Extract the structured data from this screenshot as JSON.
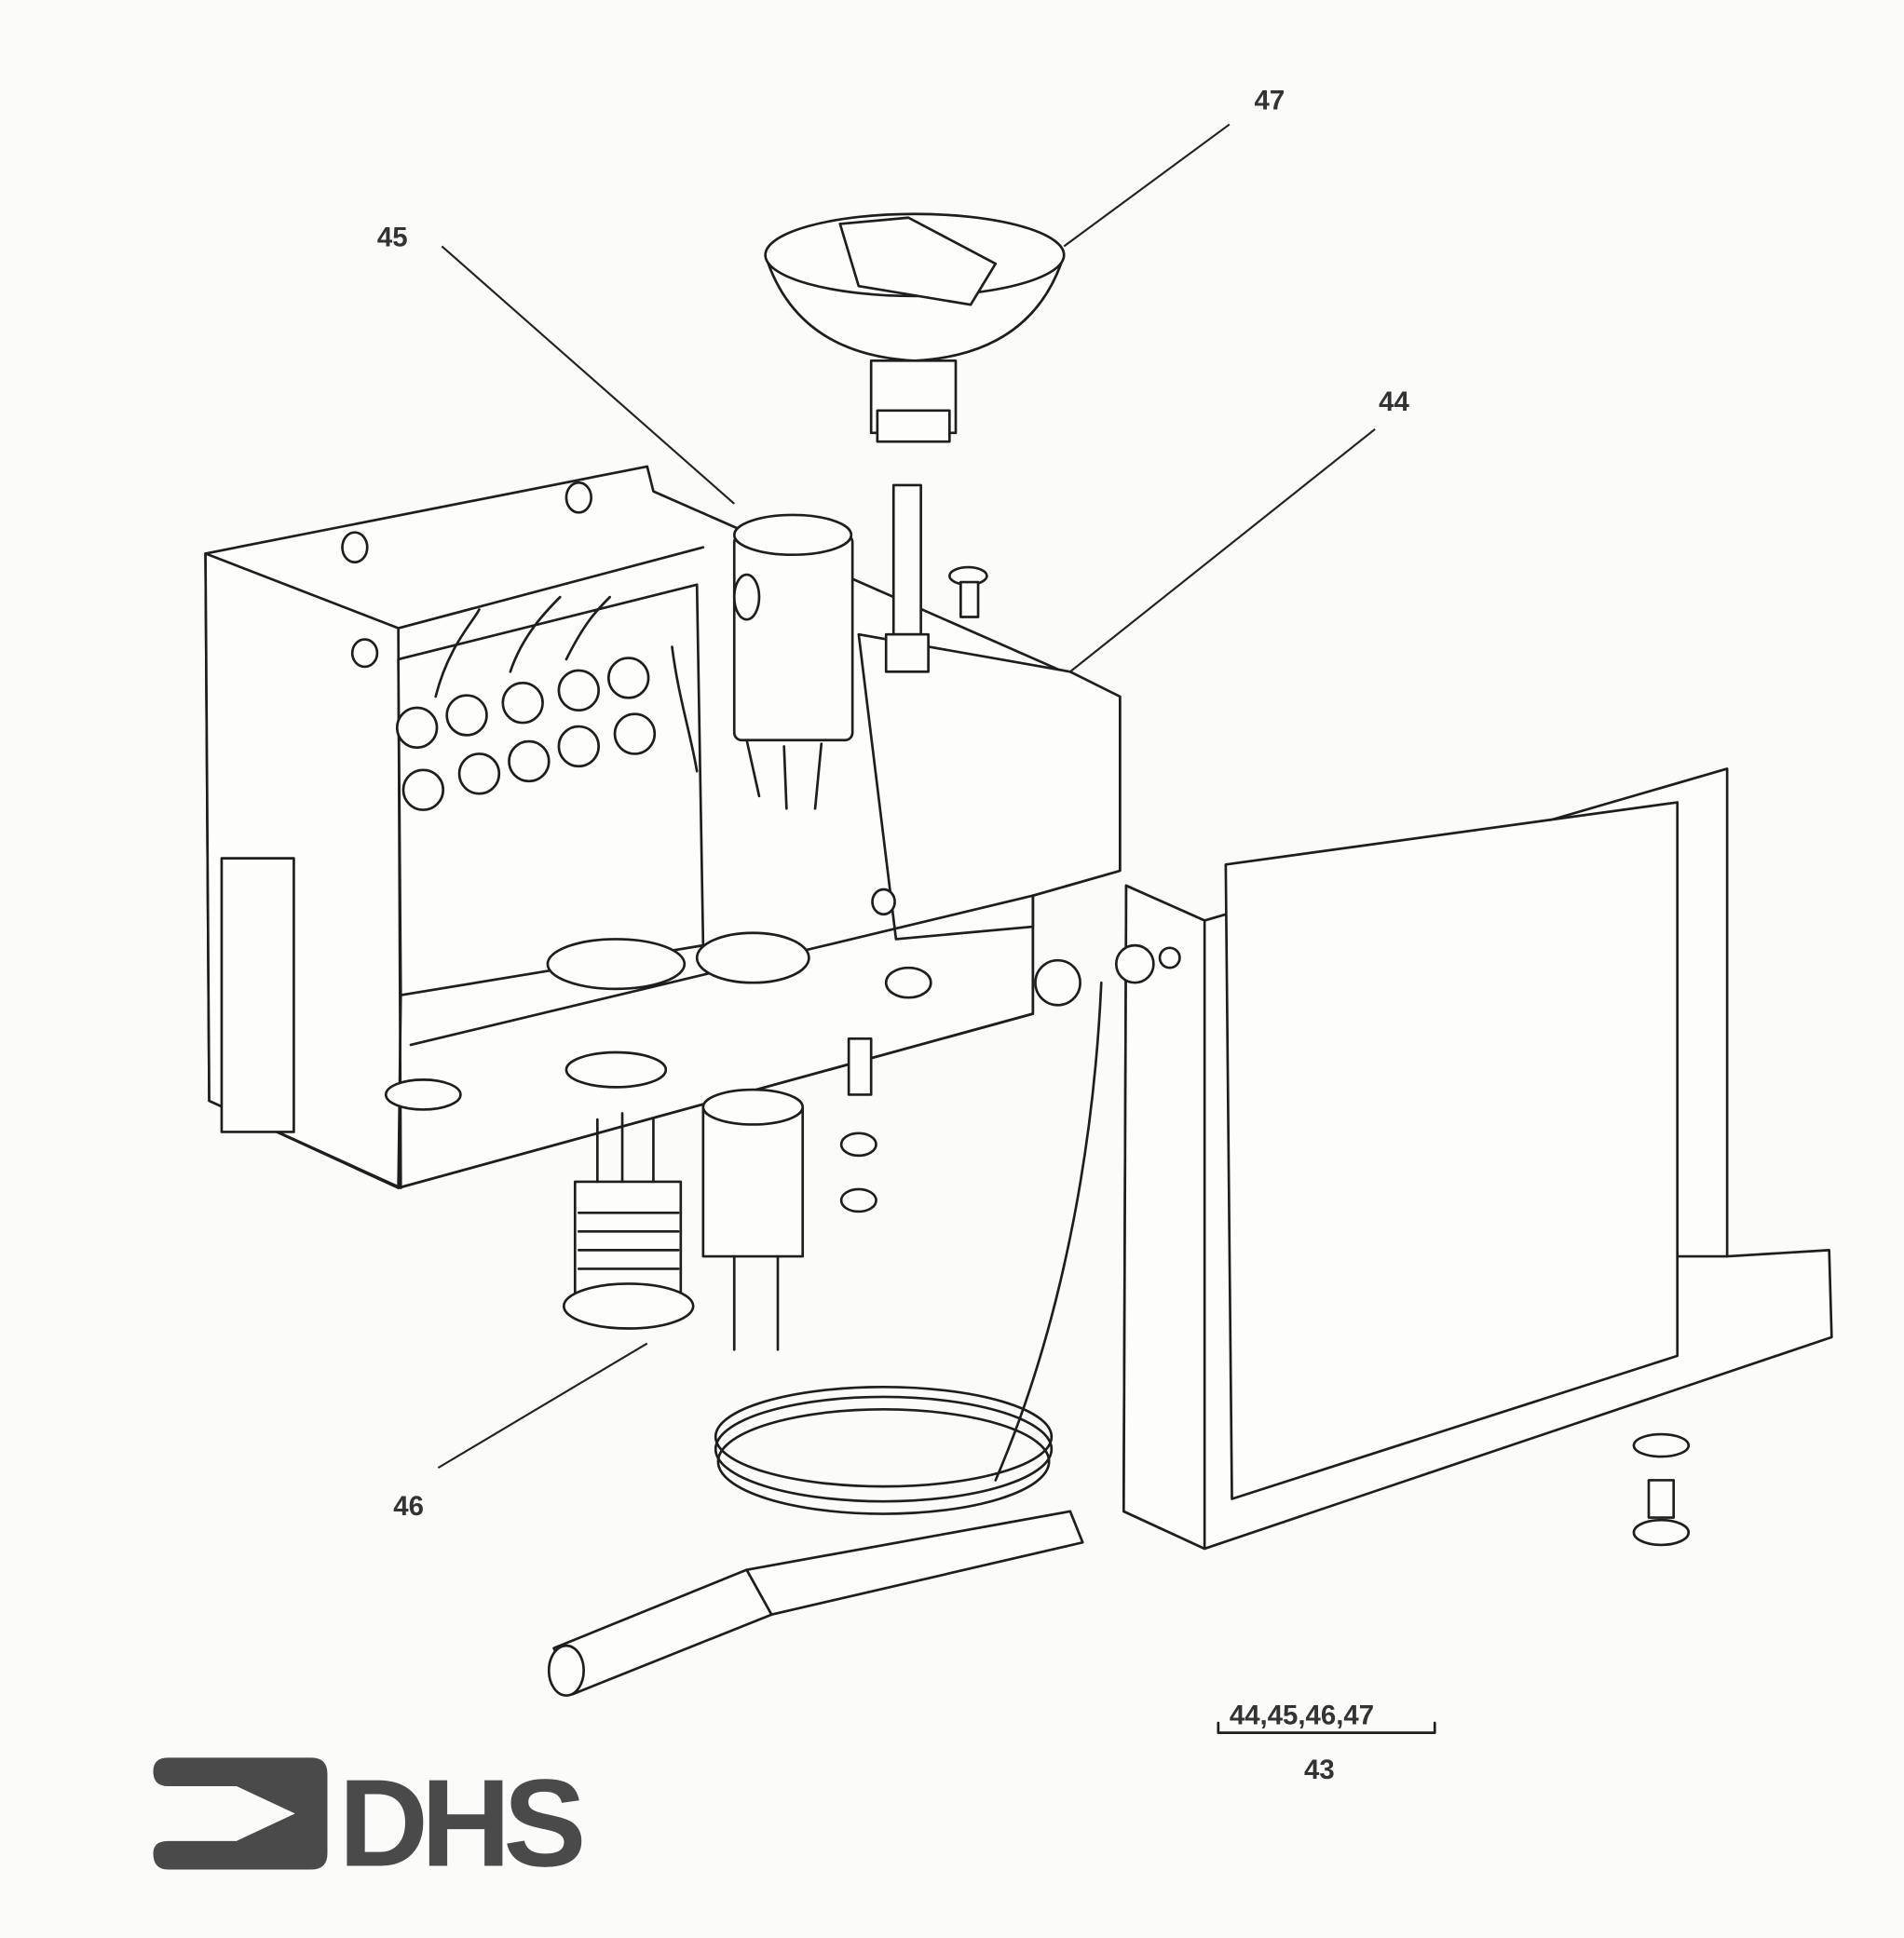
{
  "callouts": {
    "funnel": "47",
    "solenoid": "45",
    "housing": "44",
    "coil": "46"
  },
  "assembly_reference": {
    "parts": "44,45,46,47",
    "parent": "43"
  },
  "logo": {
    "text": "DHS"
  },
  "colors": {
    "ink": "#1e1e1e",
    "paper": "#fbfbf9",
    "logo": "#4a4a4a"
  }
}
